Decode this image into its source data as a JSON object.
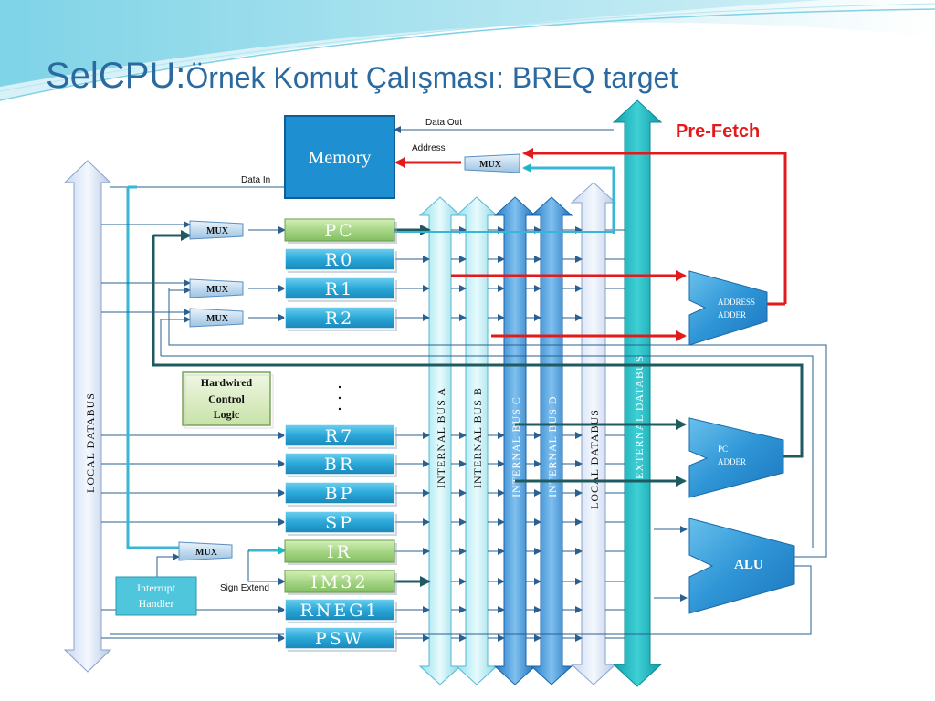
{
  "title": {
    "part1": "SelCPU:",
    "part2": "Örnek Komut Çalışması: BREQ target"
  },
  "memory": {
    "label": "Memory"
  },
  "labels": {
    "data_out": "Data Out",
    "address": "Address",
    "data_in": "Data In",
    "pre_fetch": "Pre-Fetch",
    "sign_extend": "Sign Extend",
    "dots": "·\n·\n·"
  },
  "mux_label": "MUX",
  "registers": [
    "PC",
    "R0",
    "R1",
    "R2",
    "R7",
    "BR",
    "BP",
    "SP",
    "IR",
    "IM32",
    "RNEG1",
    "PSW"
  ],
  "hardwired": {
    "line1": "Hardwired",
    "line2": "Control",
    "line3": "Logic"
  },
  "interrupt": {
    "line1": "Interrupt",
    "line2": "Handler"
  },
  "buses": {
    "local_left": "LOCAL  DATABUS",
    "internal_a": "INTERNAL  BUS A",
    "internal_b": "INTERNAL  BUS B",
    "internal_c": "INTERNAL  BUS C",
    "internal_d": "INTERNAL  BUS D",
    "local_right": "LOCAL  DATABUS",
    "external": "EXTERNAL  DATABUS"
  },
  "units": {
    "address_adder": {
      "line1": "ADDRESS",
      "line2": "ADDER"
    },
    "pc_adder": {
      "line1": "PC",
      "line2": "ADDER"
    },
    "alu": "ALU"
  },
  "colors": {
    "title": "#2a6aa0",
    "memory": "#1e8fd0",
    "register": "#2aa8d8",
    "register_highlight": "#a6d685",
    "wire": "#2a6090",
    "highlight_wire": "#1f5a60",
    "red": "#e11b1b",
    "external_bus": "#1fb8c0"
  }
}
